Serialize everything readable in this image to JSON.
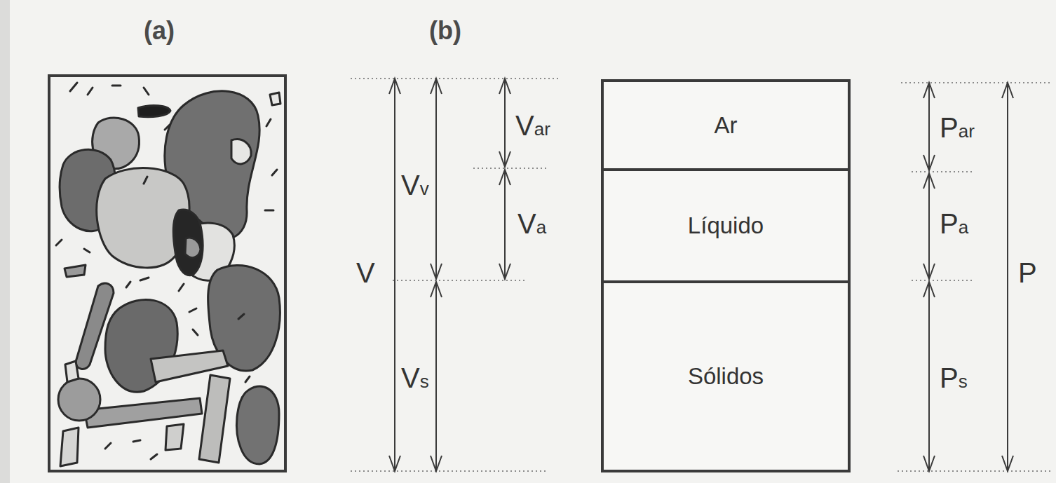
{
  "diagram": {
    "nodes": [
      {
        "text": [
          "Ar"
        ]
      },
      {
        "text": [
          "Líquido"
        ]
      },
      {
        "text": [
          "Sólidos"
        ]
      }
    ],
    "labels": [
      "(a)",
      "(b)",
      "Var",
      "Vv",
      "Va",
      "V",
      "Vs",
      "Par",
      "Pa",
      "Ps",
      "P"
    ]
  }
}
